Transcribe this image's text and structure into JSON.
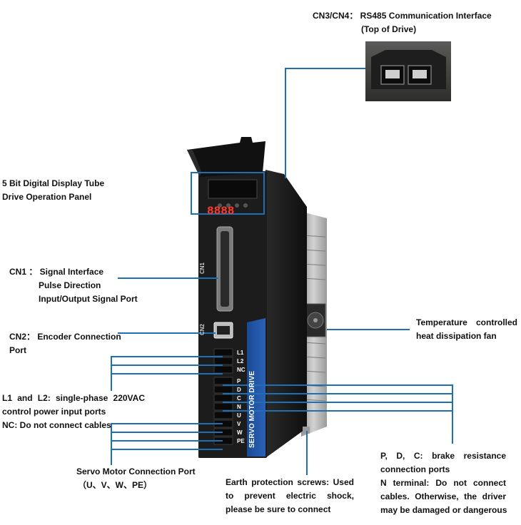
{
  "labels": {
    "cn3_cn4": {
      "title": "CN3/CN4： RS485 Communication Interface",
      "subtitle": "(Top of Drive)"
    },
    "display": {
      "line1": "5 Bit Digital Display Tube",
      "line2": "Drive Operation Panel"
    },
    "cn1": {
      "line1": "CN1 ： Signal Interface",
      "line2": "Pulse Direction",
      "line3": "Input/Output Signal Port"
    },
    "cn2": {
      "line1": "CN2： Encoder Connection",
      "line2": "Port"
    },
    "fan": {
      "line1": "Temperature controlled",
      "line2": "heat dissipation fan"
    },
    "power": {
      "line1": "L1 and L2: single-phase 220VAC",
      "line2": "control power input ports",
      "line3": "NC: Do not connect cables"
    },
    "motor": {
      "line1": "Servo Motor Connection Port",
      "line2": "（U、V、W、PE）"
    },
    "earth": {
      "line1": "Earth protection screws: Used",
      "line2": "to prevent electric shock,",
      "line3": "please be sure to connect"
    },
    "brake": {
      "line1": "P, D, C: brake resistance",
      "line2": "connection ports",
      "line3": "N terminal: Do not connect",
      "line4": "cables. Otherwise, the driver",
      "line5": "may be damaged or dangerous"
    }
  },
  "device": {
    "front_text": "SERVO MOTOR DRIVE",
    "display_digits": "8888",
    "cn1_tag": "CN1",
    "cn2_tag": "CN2",
    "terminals_top": [
      "L1",
      "L2",
      "NC"
    ],
    "terminals_bottom": [
      "P",
      "D",
      "C",
      "N",
      "U",
      "V",
      "W",
      "PE"
    ]
  },
  "colors": {
    "leader": "#1f6fb4",
    "drive_body": "#1c1c1c",
    "drive_accent": "#1d4f9c",
    "heatsink": "#b9b9b9"
  }
}
